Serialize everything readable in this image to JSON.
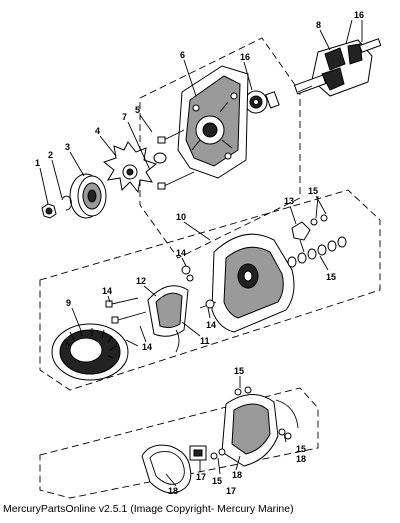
{
  "labels": {
    "l1": "1",
    "l2": "2",
    "l3": "3",
    "l4": "4",
    "l5": "5",
    "l6": "6",
    "l7": "7",
    "l8": "8",
    "l9": "9",
    "l10": "10",
    "l11": "11",
    "l12": "12",
    "l13": "13",
    "l14a": "14",
    "l14b": "14",
    "l14c": "14",
    "l14d": "14",
    "l15a": "15",
    "l15b": "15",
    "l15c": "15",
    "l15d": "15",
    "l15e": "15",
    "l16a": "16",
    "l16b": "16",
    "l17a": "17",
    "l17b": "17",
    "l18a": "18",
    "l18b": "18",
    "l18c": "18"
  },
  "caption": "MercuryPartsOnline v2.5.1 (Image Copyright- Mercury Marine)"
}
